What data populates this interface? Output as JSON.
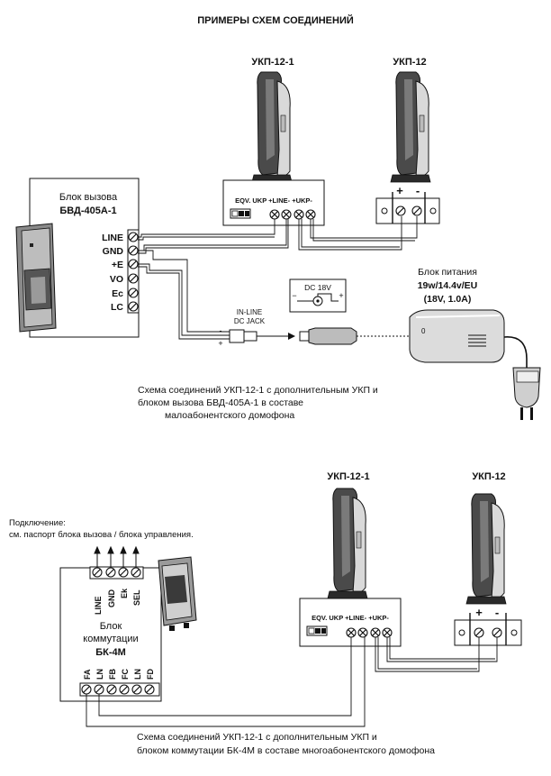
{
  "title": "ПРИМЕРЫ СХЕМ СОЕДИНЕНИЙ",
  "scheme1": {
    "handset_left": "УКП-12-1",
    "handset_right": "УКП-12",
    "call_unit_label": "Блок вызова",
    "call_unit_model": "БВД-405А-1",
    "terminals": [
      "LINE",
      "GND",
      "+E",
      "VO",
      "Ec",
      "LC"
    ],
    "ukp1_terminal_label": "EQV. UKP +LINE- +UKP-",
    "ukp_plus": "+",
    "ukp_minus": "-",
    "jack_label_1": "IN-LINE",
    "jack_label_2": "DC JACK",
    "jack_minus": "-",
    "jack_plus": "+",
    "dc_label": "DC 18V",
    "dc_minus": "−",
    "dc_plus": "+",
    "psu_label": "Блок питания",
    "psu_spec_1": "19w/14.4v/EU",
    "psu_spec_2": "(18V, 1.0A)",
    "caption": [
      "Схема соединений УКП-12-1 с дополнительным УКП и",
      "блоком вызова БВД-405А-1 в составе",
      "малоабонентского домофона"
    ]
  },
  "scheme2": {
    "handset_left": "УКП-12-1",
    "handset_right": "УКП-12",
    "connection_note": [
      "Подключение:",
      "см. паспорт блока вызова / блока управления."
    ],
    "top_terminals": [
      "LINE",
      "GND",
      "Ek",
      "SEL"
    ],
    "module_label_1": "Блок",
    "module_label_2": "коммутации",
    "module_model": "БК-4М",
    "bottom_terminals": [
      "FA",
      "LN",
      "FB",
      "FC",
      "LN",
      "FD"
    ],
    "ukp1_terminal_label": "EQV. UKP +LINE- +UKP-",
    "ukp_plus": "+",
    "ukp_minus": "-",
    "caption": [
      "Схема соединений УКП-12-1 с дополнительным УКП и",
      "блоком коммутации БК-4М в составе многоабонентского домофона"
    ]
  }
}
